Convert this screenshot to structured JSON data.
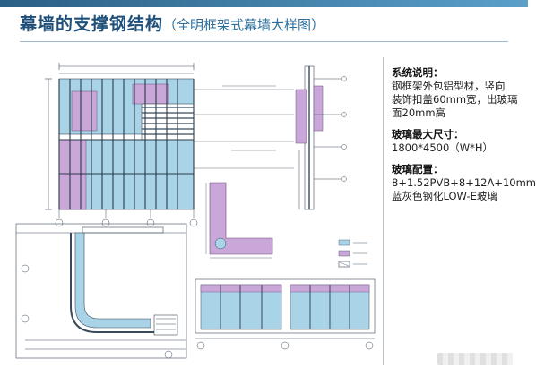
{
  "slide": {
    "title_main": "幕墙的支撑钢结构",
    "title_sub": "（全明框架式幕墙大样图）",
    "accent_color": "#1f4f78"
  },
  "notes": {
    "system_heading": "系统说明：",
    "system_lines": [
      "钢框架外包铝型材，竖向",
      "装饰扣盖60mm宽，出玻璃",
      "面20mm高"
    ],
    "glass_size_heading": "玻璃最大尺寸：",
    "glass_size_value": "1800*4500（W*H）",
    "glass_config_heading": "玻璃配置：",
    "glass_config_line1": "8+1.52PVB+8+12A+10mm",
    "glass_config_line2": "蓝灰色钢化LOW-E玻璃"
  },
  "drawing": {
    "glass_color": "#a9d4e8",
    "purple_color": "#c9a8d9",
    "line_color": "#3a4a5a"
  }
}
